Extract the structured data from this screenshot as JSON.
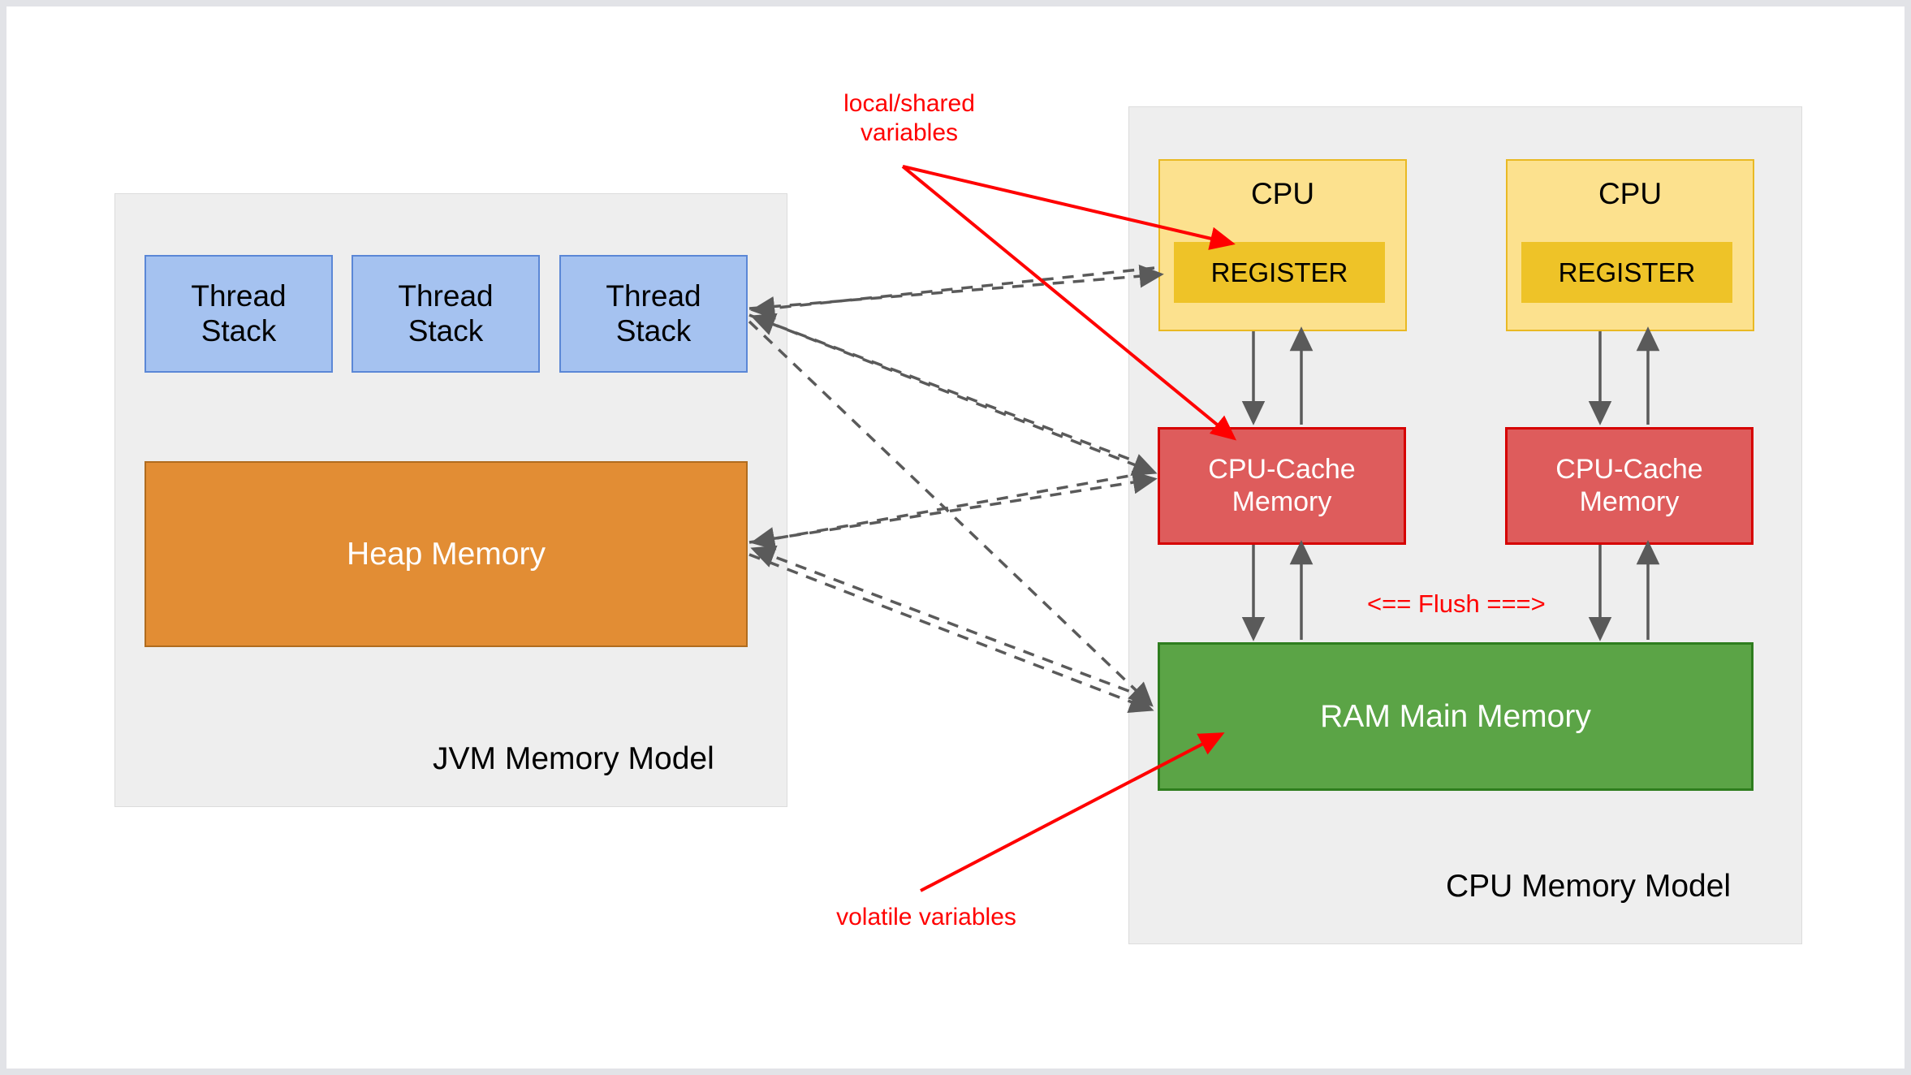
{
  "diagram": {
    "title_left": "JVM Memory Model",
    "title_right": "CPU Memory Model",
    "colors": {
      "thread_stack_fill": "#a5c2f0",
      "thread_stack_border": "#5b87d6",
      "heap_fill": "#e28d34",
      "heap_border": "#b06c1f",
      "cpu_fill": "#fce18e",
      "cpu_border": "#e9b923",
      "register_fill": "#eec328",
      "cache_fill": "#de5c5c",
      "cache_border": "#d60000",
      "ram_fill": "#5ba446",
      "ram_border": "#2e7d1e",
      "panel_fill": "#eeeeee",
      "annotation_red": "#ff0000",
      "arrow_gray": "#5a5a5a"
    }
  },
  "jvm_panel": {
    "label": "JVM Memory Model",
    "thread_stacks": [
      {
        "line1": "Thread",
        "line2": "Stack"
      },
      {
        "line1": "Thread",
        "line2": "Stack"
      },
      {
        "line1": "Thread",
        "line2": "Stack"
      }
    ],
    "heap": {
      "label": "Heap Memory"
    }
  },
  "cpu_panel": {
    "label": "CPU Memory Model",
    "cpus": [
      {
        "label": "CPU",
        "register": {
          "label": "REGISTER"
        },
        "cache": {
          "line1": "CPU-Cache",
          "line2": "Memory"
        }
      },
      {
        "label": "CPU",
        "register": {
          "label": "REGISTER"
        },
        "cache": {
          "line1": "CPU-Cache",
          "line2": "Memory"
        }
      }
    ],
    "ram": {
      "label": "RAM Main Memory"
    },
    "flush_label": "<== Flush ===>"
  },
  "annotations": {
    "local_shared": "local/shared\nvariables",
    "volatile": "volatile variables"
  }
}
